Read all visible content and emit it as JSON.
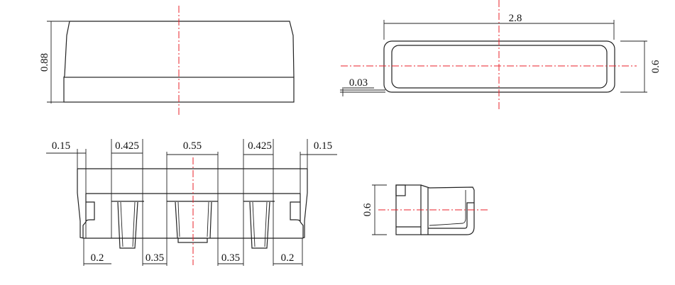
{
  "colors": {
    "line": "#222222",
    "centerline": "#e8202a",
    "background": "#ffffff"
  },
  "front_view": {
    "height_dim": "0.88"
  },
  "top_view": {
    "width_dim": "2.8",
    "height_dim": "0.6",
    "gap_dim": "0.03"
  },
  "bottom_view": {
    "top_dims": [
      "0.15",
      "0.425",
      "0.55",
      "0.425",
      "0.15"
    ],
    "bottom_dims": [
      "0.2",
      "0.35",
      "0.35",
      "0.2"
    ]
  },
  "side_view": {
    "height_dim": "0.6"
  }
}
